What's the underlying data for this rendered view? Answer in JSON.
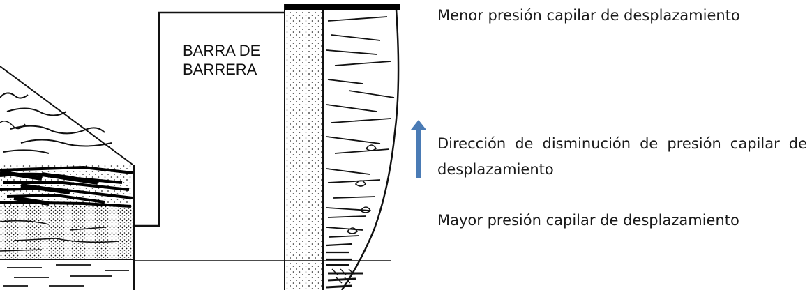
{
  "diagram": {
    "barrier_label_line1": "BARRA DE",
    "barrier_label_line2": "BARRERA"
  },
  "annotations": {
    "top": "Menor presión capilar de desplazamiento",
    "middle": "Dirección de disminución de presión capilar de desplazamiento",
    "bottom": "Mayor presión capilar de desplazamiento"
  },
  "colors": {
    "arrow": "#4a7bb5",
    "ink": "#111111"
  }
}
